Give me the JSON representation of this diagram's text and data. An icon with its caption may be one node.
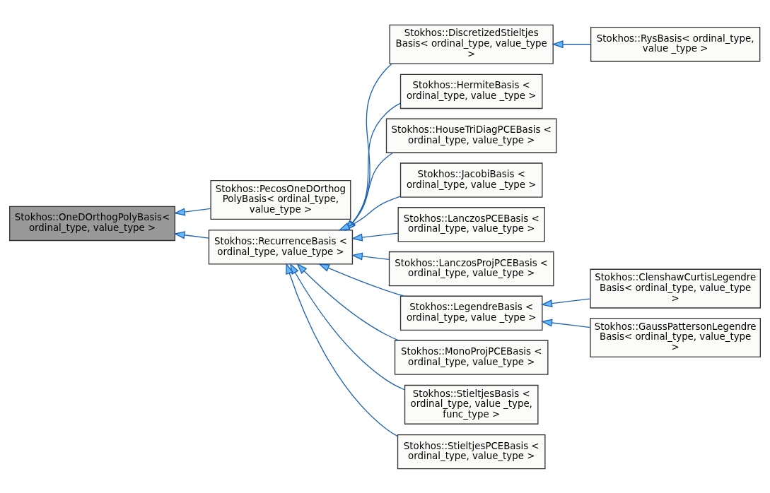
{
  "diagram": {
    "nodes": [
      {
        "text": [
          "Stokhos::OneDOrthogPolyBasis< ordinal_type, value_type >"
        ]
      },
      {
        "text": [
          "Stokhos::PecosOneDOrthog PolyBasis< ordinal_type, value_type >"
        ]
      },
      {
        "text": [
          "Stokhos::RecurrenceBasis < ordinal_type, value_type >"
        ]
      },
      {
        "text": [
          "Stokhos::DiscretizedStieltjes Basis< ordinal_type, value_type >"
        ]
      },
      {
        "text": [
          "Stokhos::RysBasis< ordinal_type, value _type >"
        ]
      },
      {
        "text": [
          "Stokhos::HermiteBasis < ordinal_type, value _type >"
        ]
      },
      {
        "text": [
          "Stokhos::HouseTriDiagPCEBasis < ordinal_type, value_type >"
        ]
      },
      {
        "text": [
          "Stokhos::JacobiBasis < ordinal_type, value _type >"
        ]
      },
      {
        "text": [
          "Stokhos::LanczosPCEBasis < ordinal_type, value_type >"
        ]
      },
      {
        "text": [
          "Stokhos::LanczosProjPCEBasis < ordinal_type, value_type >"
        ]
      },
      {
        "text": [
          "Stokhos::LegendreBasis < ordinal_type, value _type >"
        ]
      },
      {
        "text": [
          "Stokhos::ClenshawCurtisLegendre Basis< ordinal_type, value_type >"
        ]
      },
      {
        "text": [
          "Stokhos::GaussPattersonLegendre Basis< ordinal_type, value_type >"
        ]
      },
      {
        "text": [
          "Stokhos::MonoProjPCEBasis < ordinal_type, value_type >"
        ]
      },
      {
        "text": [
          "Stokhos::StieltjesBasis < ordinal_type, value _type, func_type >"
        ]
      },
      {
        "text": [
          "Stokhos::StieltjesPCEBasis < ordinal_type, value_type >"
        ]
      }
    ],
    "edges": [
      {
        "from": 1,
        "to": 0,
        "arrow": "to"
      },
      {
        "from": 2,
        "to": 0,
        "arrow": "to"
      },
      {
        "from": 3,
        "to": 2,
        "arrow": "to"
      },
      {
        "from": 5,
        "to": 2,
        "arrow": "to"
      },
      {
        "from": 6,
        "to": 2,
        "arrow": "to"
      },
      {
        "from": 7,
        "to": 2,
        "arrow": "to"
      },
      {
        "from": 8,
        "to": 2,
        "arrow": "to"
      },
      {
        "from": 9,
        "to": 2,
        "arrow": "to"
      },
      {
        "from": 10,
        "to": 2,
        "arrow": "to"
      },
      {
        "from": 13,
        "to": 2,
        "arrow": "to"
      },
      {
        "from": 14,
        "to": 2,
        "arrow": "to"
      },
      {
        "from": 15,
        "to": 2,
        "arrow": "to"
      },
      {
        "from": 4,
        "to": 3,
        "arrow": "to"
      },
      {
        "from": 11,
        "to": 10,
        "arrow": "to"
      },
      {
        "from": 12,
        "to": 10,
        "arrow": "to"
      }
    ]
  }
}
